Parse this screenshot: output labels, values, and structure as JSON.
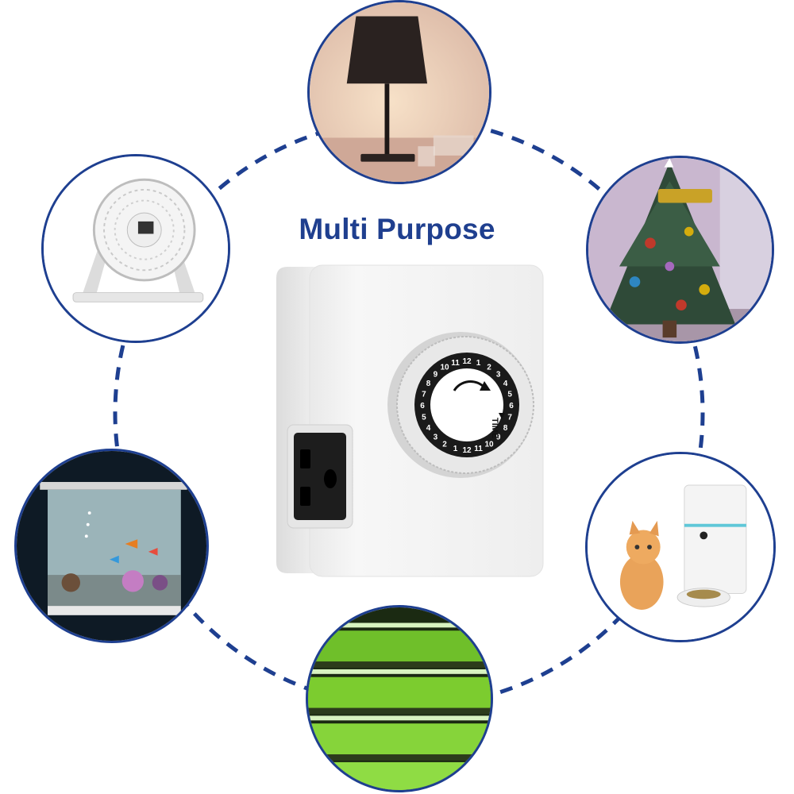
{
  "headline": "Multi Purpose",
  "device": {
    "dial_label": "TIME",
    "hour_digits": [
      "12",
      "1",
      "2",
      "3",
      "4",
      "5",
      "6",
      "7",
      "8",
      "9",
      "10",
      "11"
    ]
  },
  "colors": {
    "ring": "#1e3f90",
    "headline": "#1f3f8f",
    "device_body": "#f3f3f3",
    "dial_dark": "#1a1a1a"
  },
  "bubbles": [
    {
      "name": "table-lamp",
      "icon": "table-lamp-icon"
    },
    {
      "name": "desk-fan",
      "icon": "desk-fan-icon"
    },
    {
      "name": "christmas-tree",
      "icon": "christmas-tree-icon"
    },
    {
      "name": "aquarium",
      "icon": "aquarium-icon"
    },
    {
      "name": "pet-feeder",
      "icon": "pet-feeder-icon"
    },
    {
      "name": "indoor-garden",
      "icon": "indoor-garden-icon"
    }
  ]
}
